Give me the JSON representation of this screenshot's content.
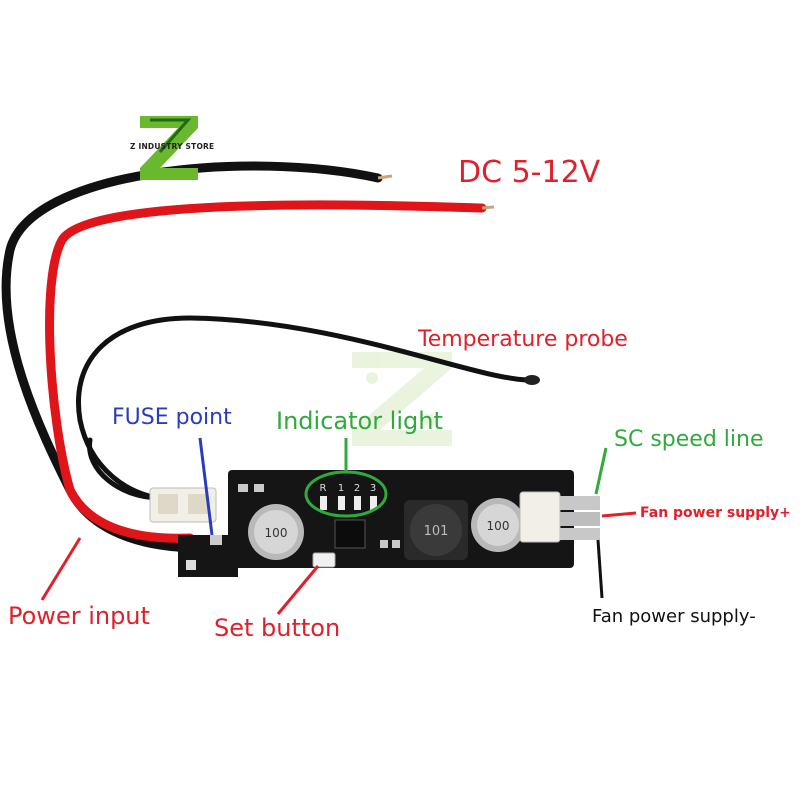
{
  "logo": {
    "brand_text": "Z INDUSTRY STORE",
    "icon": "z-industry-logo"
  },
  "headline": {
    "voltage": "DC  5-12V",
    "color": "#e0202a"
  },
  "labels": {
    "temperature_probe": "Temperature probe",
    "fuse_point": "FUSE point",
    "indicator_light": "Indicator light",
    "sc_speed_line": "SC speed line",
    "fan_power_plus": "Fan power supply+",
    "power_input": "Power input",
    "set_button": "Set button",
    "fan_power_minus": "Fan power supply-"
  },
  "board_marks": {
    "led_row": [
      "R",
      "1",
      "2",
      "3"
    ],
    "cap_left": "100",
    "cap_right": "100",
    "inductor": "101"
  },
  "colors": {
    "red_label": "#e0202a",
    "blue_label": "#2a3bbd",
    "green_label": "#2faa3c",
    "black_label": "#111111",
    "pcb": "#151515",
    "wire_red": "#e0151a",
    "wire_black": "#111111"
  }
}
